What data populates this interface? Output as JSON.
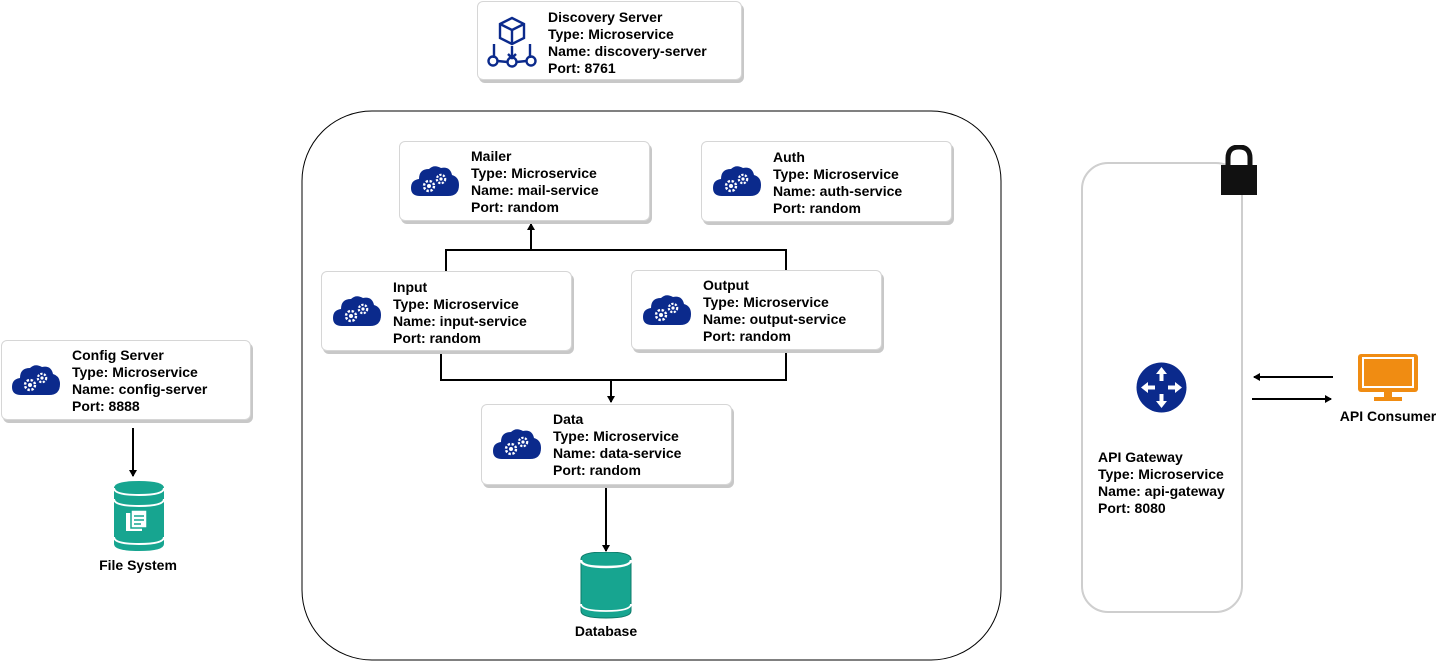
{
  "colors": {
    "navy": "#0b2a8c",
    "teal": "#17a590",
    "orange": "#f08c12",
    "stroke": "#000000"
  },
  "discovery": {
    "title": "Discovery Server",
    "type": "Type: Microservice",
    "name": "Name: discovery-server",
    "port": "Port: 8761",
    "icon": "network-hub-icon"
  },
  "mailer": {
    "title": "Mailer",
    "type": "Type: Microservice",
    "name": "Name: mail-service",
    "port": "Port: random",
    "icon": "cloud-gears-icon"
  },
  "auth": {
    "title": "Auth",
    "type": "Type: Microservice",
    "name": "Name: auth-service",
    "port": "Port: random",
    "icon": "cloud-gears-icon"
  },
  "input": {
    "title": "Input",
    "type": "Type: Microservice",
    "name": "Name: input-service",
    "port": "Port: random",
    "icon": "cloud-gears-icon"
  },
  "output": {
    "title": "Output",
    "type": "Type: Microservice",
    "name": "Name: output-service",
    "port": "Port: random",
    "icon": "cloud-gears-icon"
  },
  "data": {
    "title": "Data",
    "type": "Type: Microservice",
    "name": "Name: data-service",
    "port": "Port: random",
    "icon": "cloud-gears-icon"
  },
  "config": {
    "title": "Config Server",
    "type": "Type: Microservice",
    "name": "Name: config-server",
    "port": "Port: 8888",
    "icon": "cloud-gears-icon"
  },
  "gateway": {
    "title": "API Gateway",
    "type": "Type: Microservice",
    "name": "Name: api-gateway",
    "port": "Port: 8080",
    "icon": "router-icon"
  },
  "file_system": {
    "label": "File System",
    "icon": "file-storage-icon"
  },
  "database": {
    "label": "Database",
    "icon": "database-icon"
  },
  "consumer": {
    "label": "API Consumer",
    "icon": "monitor-icon"
  },
  "lock": {
    "icon": "lock-icon"
  }
}
